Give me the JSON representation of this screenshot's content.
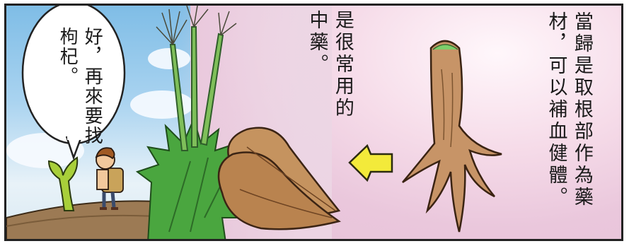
{
  "speech_bubble": {
    "text": "好，再來要找枸杞。"
  },
  "caption_middle": {
    "text": "是很常用的中藥。"
  },
  "caption_right": {
    "text": "當歸是取根部作為藥材，可以補血健體。"
  },
  "colors": {
    "sky": "#8ec6eb",
    "pink_bg": "#eac7dc",
    "root": "#c79467",
    "leaf": "#3f9b3a",
    "arrow": "#f3ea3a"
  },
  "icons": [
    "angelica-root-icon",
    "sliced-root-icon",
    "arrow-left-icon",
    "boy-character-icon",
    "sprout-character-icon"
  ]
}
